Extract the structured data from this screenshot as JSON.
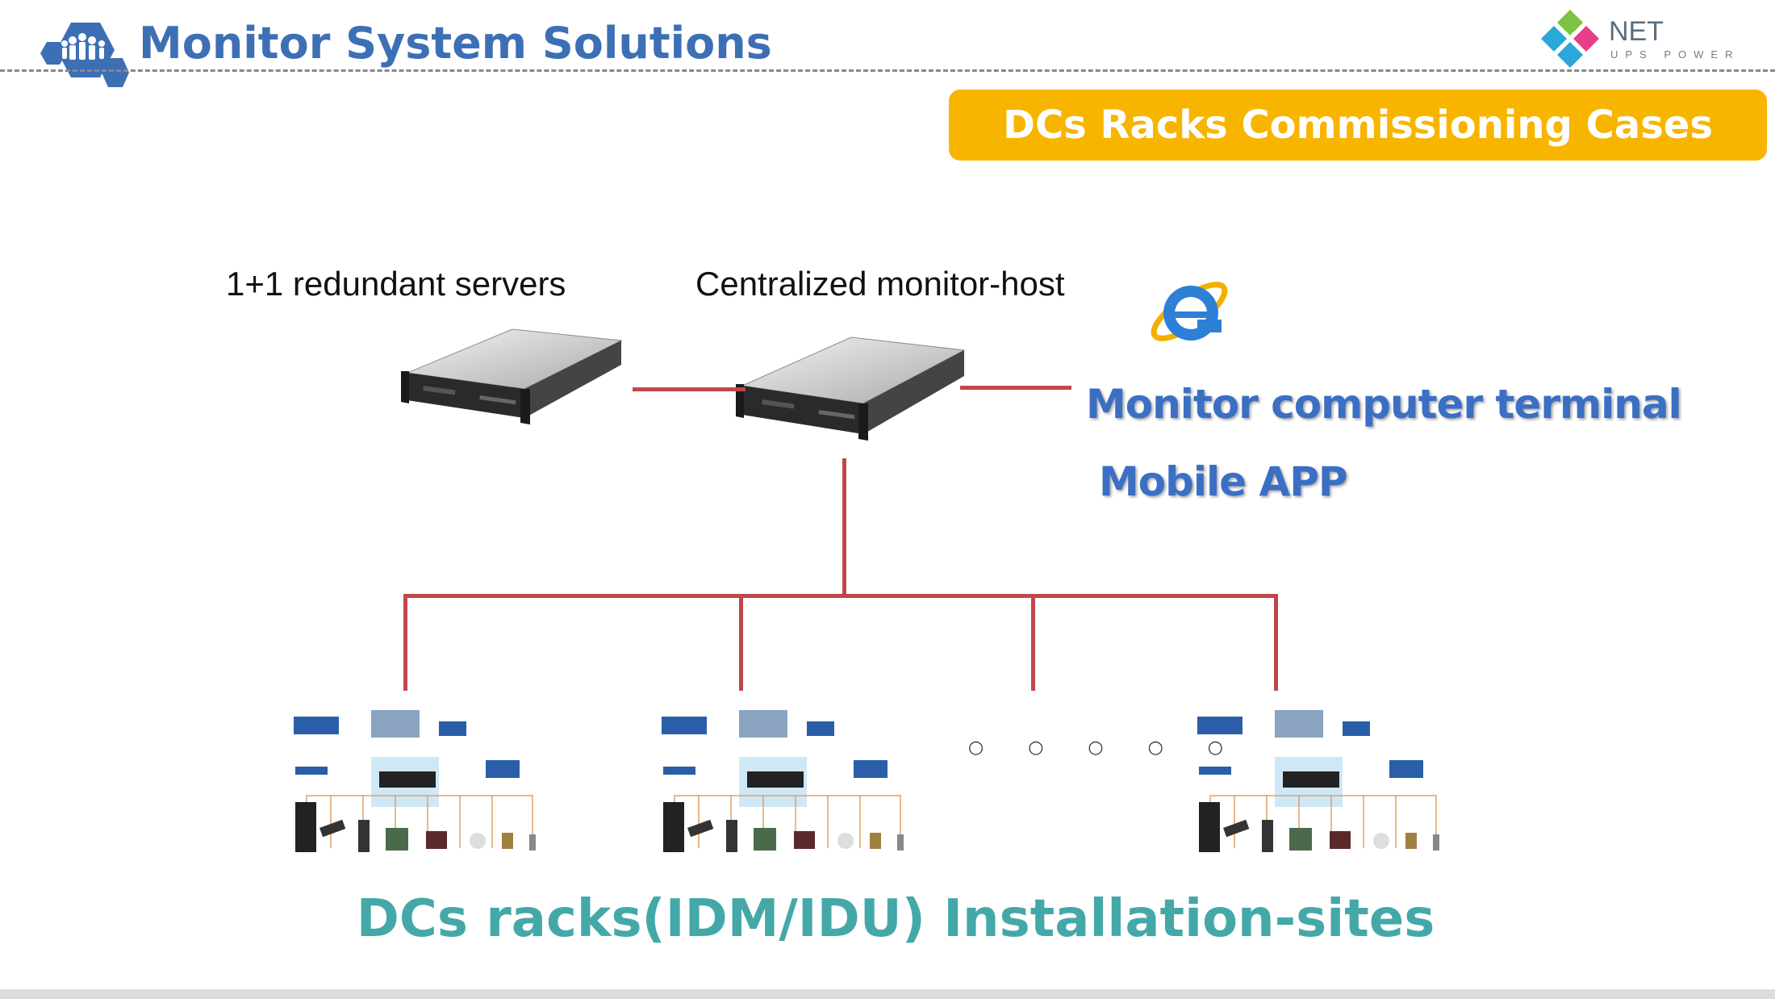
{
  "header": {
    "title": "Monitor System Solutions",
    "logo": {
      "brand": "NET",
      "tagline": "UPS POWER",
      "colors": [
        "#e83e8c",
        "#2aa8d8",
        "#7cc243"
      ]
    }
  },
  "banner": {
    "text": "DCs Racks Commissioning Cases",
    "color": "#f7b500"
  },
  "diagram": {
    "redundant_label": "1+1 redundant servers",
    "host_label": "Centralized monitor-host",
    "terminal_label": "Monitor computer terminal",
    "app_label": "Mobile APP",
    "ellipsis": "○ ○ ○ ○ ○",
    "bottom_title": "DCs racks(IDM/IDU) Installation-sites",
    "line_color": "#c0474b",
    "browser_icon": "internet-explorer-icon",
    "server_icon": "rack-server-icon"
  }
}
